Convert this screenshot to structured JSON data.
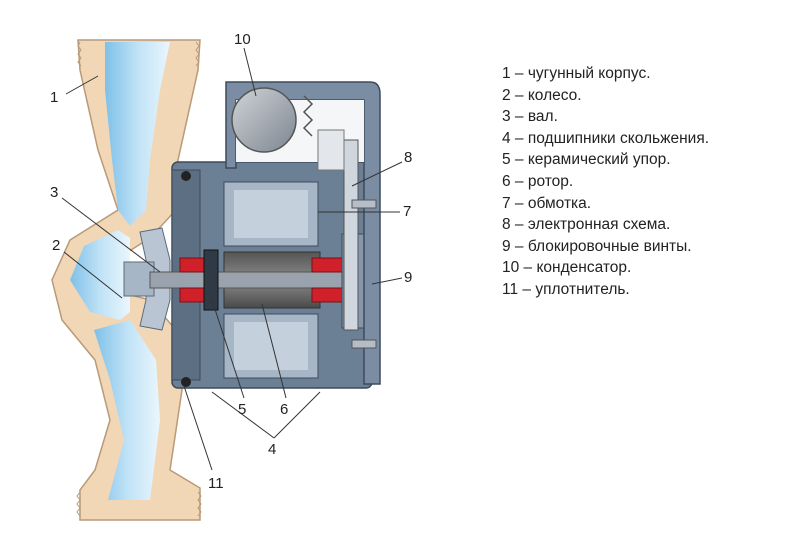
{
  "callouts": {
    "c1": "1",
    "c2": "2",
    "c3": "3",
    "c4": "4",
    "c5": "5",
    "c6": "6",
    "c7": "7",
    "c8": "8",
    "c9": "9",
    "c10": "10",
    "c11": "11"
  },
  "legend": [
    "1 – чугунный корпус.",
    "2 – колесо.",
    "3 – вал.",
    "4 – подшипники скольжения.",
    "5 – керамический упор.",
    "6 – ротор.",
    "7 – обмотка.",
    "8 – электронная схема.",
    "9 – блокировочные винты.",
    "10 – конденсатор.",
    "11 – уплотнитель."
  ],
  "colors": {
    "housing": "#f2d7b6",
    "housing_edge": "#b89a78",
    "water": "#9fd0ee",
    "water_light": "#dff0fb",
    "motor_body": "#6b7f95",
    "motor_light": "#a7b6c6",
    "motor_dark": "#3c4b5c",
    "seal_red": "#d0202a",
    "shaft": "#9aa3ad"
  }
}
